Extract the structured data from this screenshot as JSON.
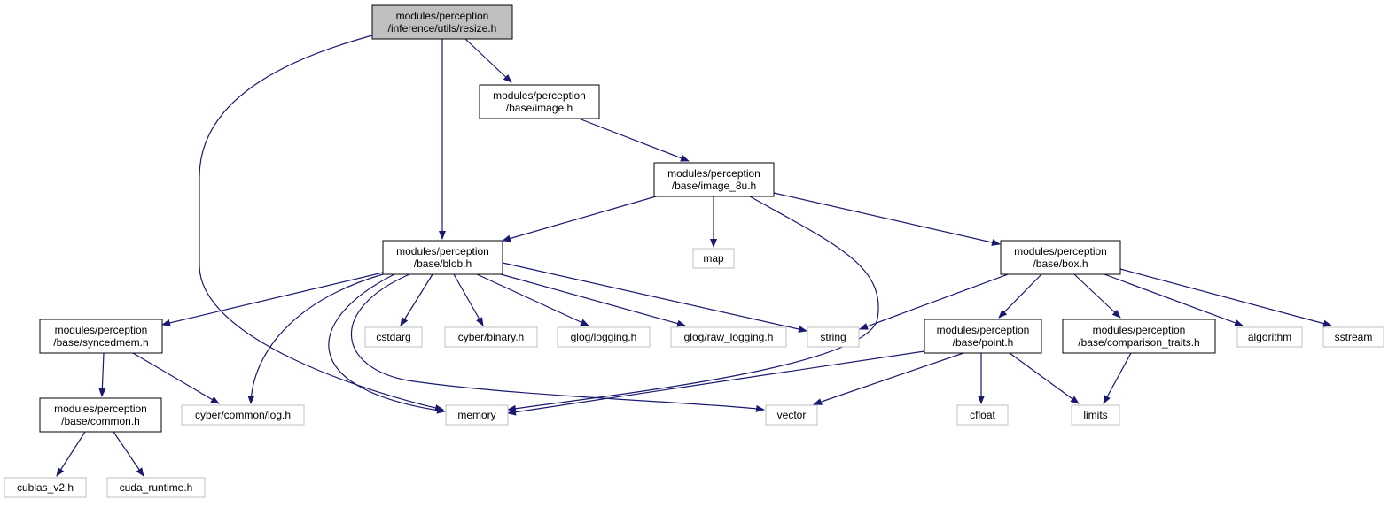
{
  "colors": {
    "edge": "#191970",
    "root_fill": "#bfbfbf",
    "root_stroke": "#000000",
    "internal_stroke": "#000000",
    "external_stroke": "#bfbfbf",
    "fill": "#ffffff"
  },
  "nodes": [
    {
      "id": "resize",
      "kind": "root",
      "lines": [
        "modules/perception",
        "/inference/utils/resize.h"
      ]
    },
    {
      "id": "image",
      "kind": "internal",
      "lines": [
        "modules/perception",
        "/base/image.h"
      ]
    },
    {
      "id": "image8u",
      "kind": "internal",
      "lines": [
        "modules/perception",
        "/base/image_8u.h"
      ]
    },
    {
      "id": "blob",
      "kind": "internal",
      "lines": [
        "modules/perception",
        "/base/blob.h"
      ]
    },
    {
      "id": "map",
      "kind": "external",
      "lines": [
        "map"
      ]
    },
    {
      "id": "box",
      "kind": "internal",
      "lines": [
        "modules/perception",
        "/base/box.h"
      ]
    },
    {
      "id": "syncedmem",
      "kind": "internal",
      "lines": [
        "modules/perception",
        "/base/syncedmem.h"
      ]
    },
    {
      "id": "cstdarg",
      "kind": "external",
      "lines": [
        "cstdarg"
      ]
    },
    {
      "id": "binary",
      "kind": "external",
      "lines": [
        "cyber/binary.h"
      ]
    },
    {
      "id": "glog",
      "kind": "external",
      "lines": [
        "glog/logging.h"
      ]
    },
    {
      "id": "rawlog",
      "kind": "external",
      "lines": [
        "glog/raw_logging.h"
      ]
    },
    {
      "id": "string",
      "kind": "external",
      "lines": [
        "string"
      ]
    },
    {
      "id": "point",
      "kind": "internal",
      "lines": [
        "modules/perception",
        "/base/point.h"
      ]
    },
    {
      "id": "comparison",
      "kind": "internal",
      "lines": [
        "modules/perception",
        "/base/comparison_traits.h"
      ]
    },
    {
      "id": "algorithm",
      "kind": "external",
      "lines": [
        "algorithm"
      ]
    },
    {
      "id": "sstream",
      "kind": "external",
      "lines": [
        "sstream"
      ]
    },
    {
      "id": "common",
      "kind": "internal",
      "lines": [
        "modules/perception",
        "/base/common.h"
      ]
    },
    {
      "id": "log",
      "kind": "external",
      "lines": [
        "cyber/common/log.h"
      ]
    },
    {
      "id": "memory",
      "kind": "external",
      "lines": [
        "memory"
      ]
    },
    {
      "id": "vector",
      "kind": "external",
      "lines": [
        "vector"
      ]
    },
    {
      "id": "cfloat",
      "kind": "external",
      "lines": [
        "cfloat"
      ]
    },
    {
      "id": "limits",
      "kind": "external",
      "lines": [
        "limits"
      ]
    },
    {
      "id": "cublas",
      "kind": "external",
      "lines": [
        "cublas_v2.h"
      ]
    },
    {
      "id": "cuda",
      "kind": "external",
      "lines": [
        "cuda_runtime.h"
      ]
    }
  ],
  "edges": [
    {
      "from": "resize",
      "to": "memory"
    },
    {
      "from": "resize",
      "to": "blob"
    },
    {
      "from": "resize",
      "to": "image"
    },
    {
      "from": "image",
      "to": "image8u"
    },
    {
      "from": "image8u",
      "to": "blob"
    },
    {
      "from": "image8u",
      "to": "map"
    },
    {
      "from": "image8u",
      "to": "memory"
    },
    {
      "from": "image8u",
      "to": "box"
    },
    {
      "from": "blob",
      "to": "syncedmem"
    },
    {
      "from": "blob",
      "to": "log"
    },
    {
      "from": "blob",
      "to": "memory"
    },
    {
      "from": "blob",
      "to": "vector"
    },
    {
      "from": "blob",
      "to": "cstdarg"
    },
    {
      "from": "blob",
      "to": "binary"
    },
    {
      "from": "blob",
      "to": "glog"
    },
    {
      "from": "blob",
      "to": "rawlog"
    },
    {
      "from": "blob",
      "to": "string"
    },
    {
      "from": "box",
      "to": "string"
    },
    {
      "from": "box",
      "to": "point"
    },
    {
      "from": "box",
      "to": "comparison"
    },
    {
      "from": "box",
      "to": "algorithm"
    },
    {
      "from": "box",
      "to": "sstream"
    },
    {
      "from": "syncedmem",
      "to": "common"
    },
    {
      "from": "syncedmem",
      "to": "log"
    },
    {
      "from": "point",
      "to": "memory"
    },
    {
      "from": "point",
      "to": "vector"
    },
    {
      "from": "point",
      "to": "cfloat"
    },
    {
      "from": "point",
      "to": "limits"
    },
    {
      "from": "comparison",
      "to": "limits"
    },
    {
      "from": "common",
      "to": "cublas"
    },
    {
      "from": "common",
      "to": "cuda"
    }
  ]
}
